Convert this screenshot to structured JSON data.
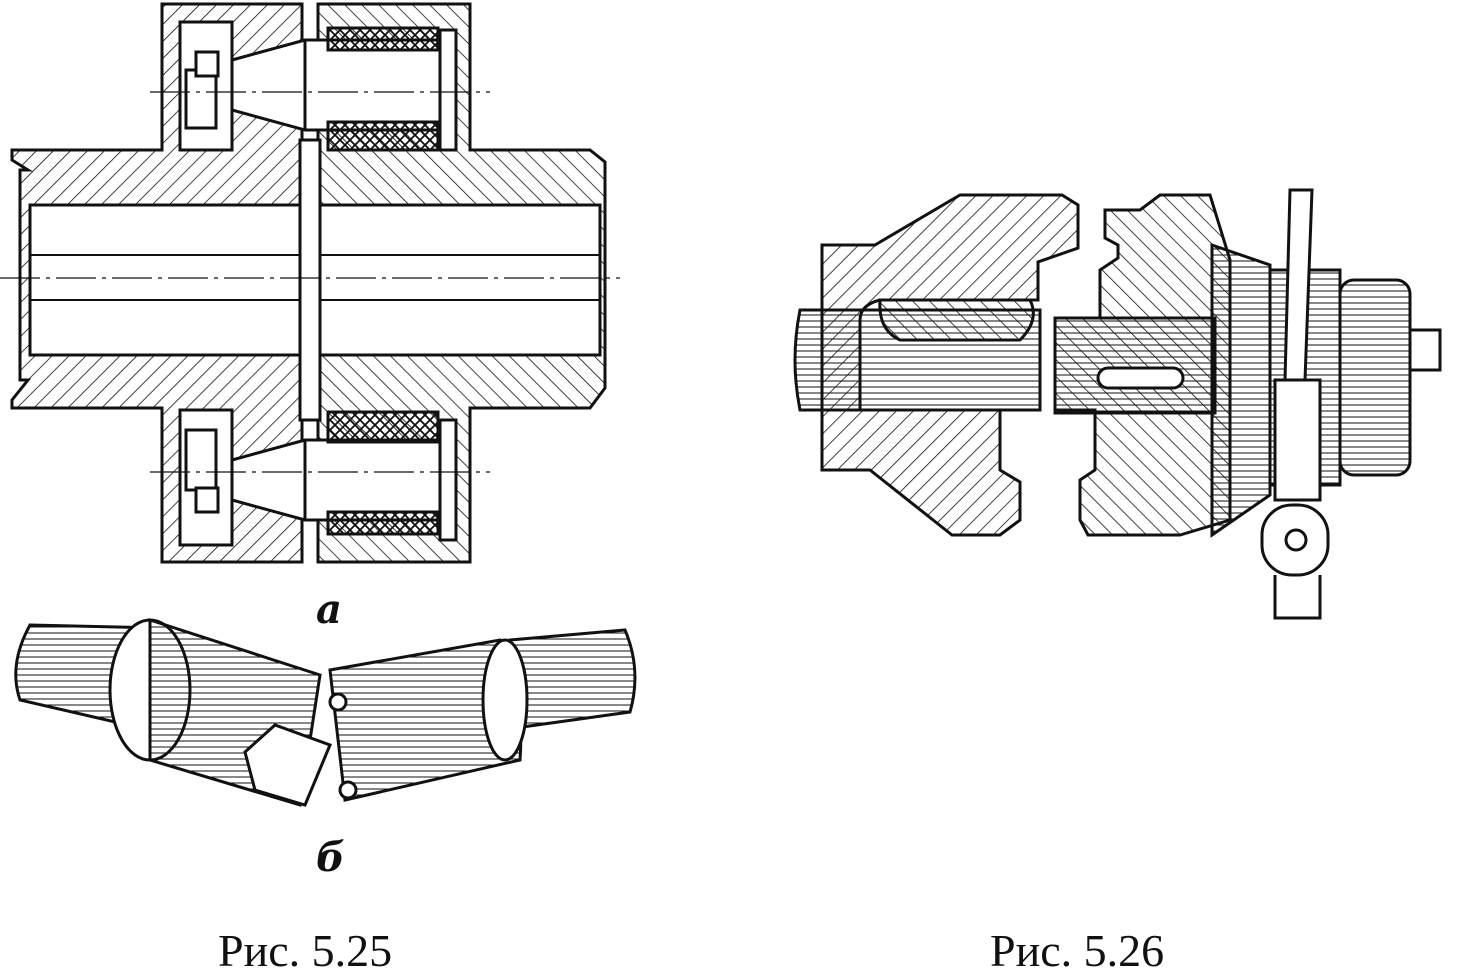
{
  "figures": [
    {
      "caption": "Рис. 5.25",
      "parts": [
        {
          "label": "а"
        },
        {
          "label": "б"
        }
      ]
    },
    {
      "caption": "Рис. 5.26"
    }
  ],
  "colors": {
    "ink": "#111111",
    "paper": "#ffffff"
  }
}
